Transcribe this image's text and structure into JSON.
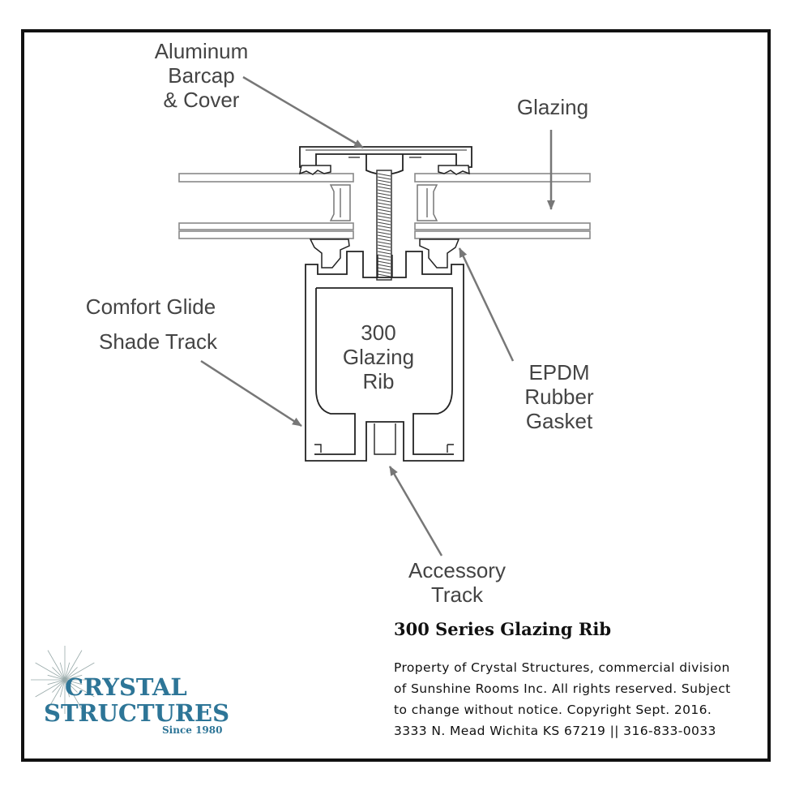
{
  "labels": {
    "barcap": [
      "Aluminum",
      "Barcap",
      "& Cover"
    ],
    "glazing": "Glazing",
    "shade_track": [
      "Comfort Glide",
      "Shade Track"
    ],
    "rib": [
      "300",
      "Glazing",
      "Rib"
    ],
    "gasket": [
      "EPDM",
      "Rubber",
      "Gasket"
    ],
    "accessory": [
      "Accessory",
      "Track"
    ]
  },
  "title": "300 Series Glazing Rib",
  "notice": [
    "Property of Crystal Structures, commercial division",
    "of Sunshine Rooms Inc. All rights reserved. Subject",
    "to change without notice. Copyright Sept. 2016.",
    "3333 N. Mead Wichita KS  67219  ||  316-833-0033"
  ],
  "logo": {
    "line1": "CRYSTAL",
    "line2": "STRUCTURES",
    "since": "Since 1980",
    "color": "#2d7597"
  }
}
